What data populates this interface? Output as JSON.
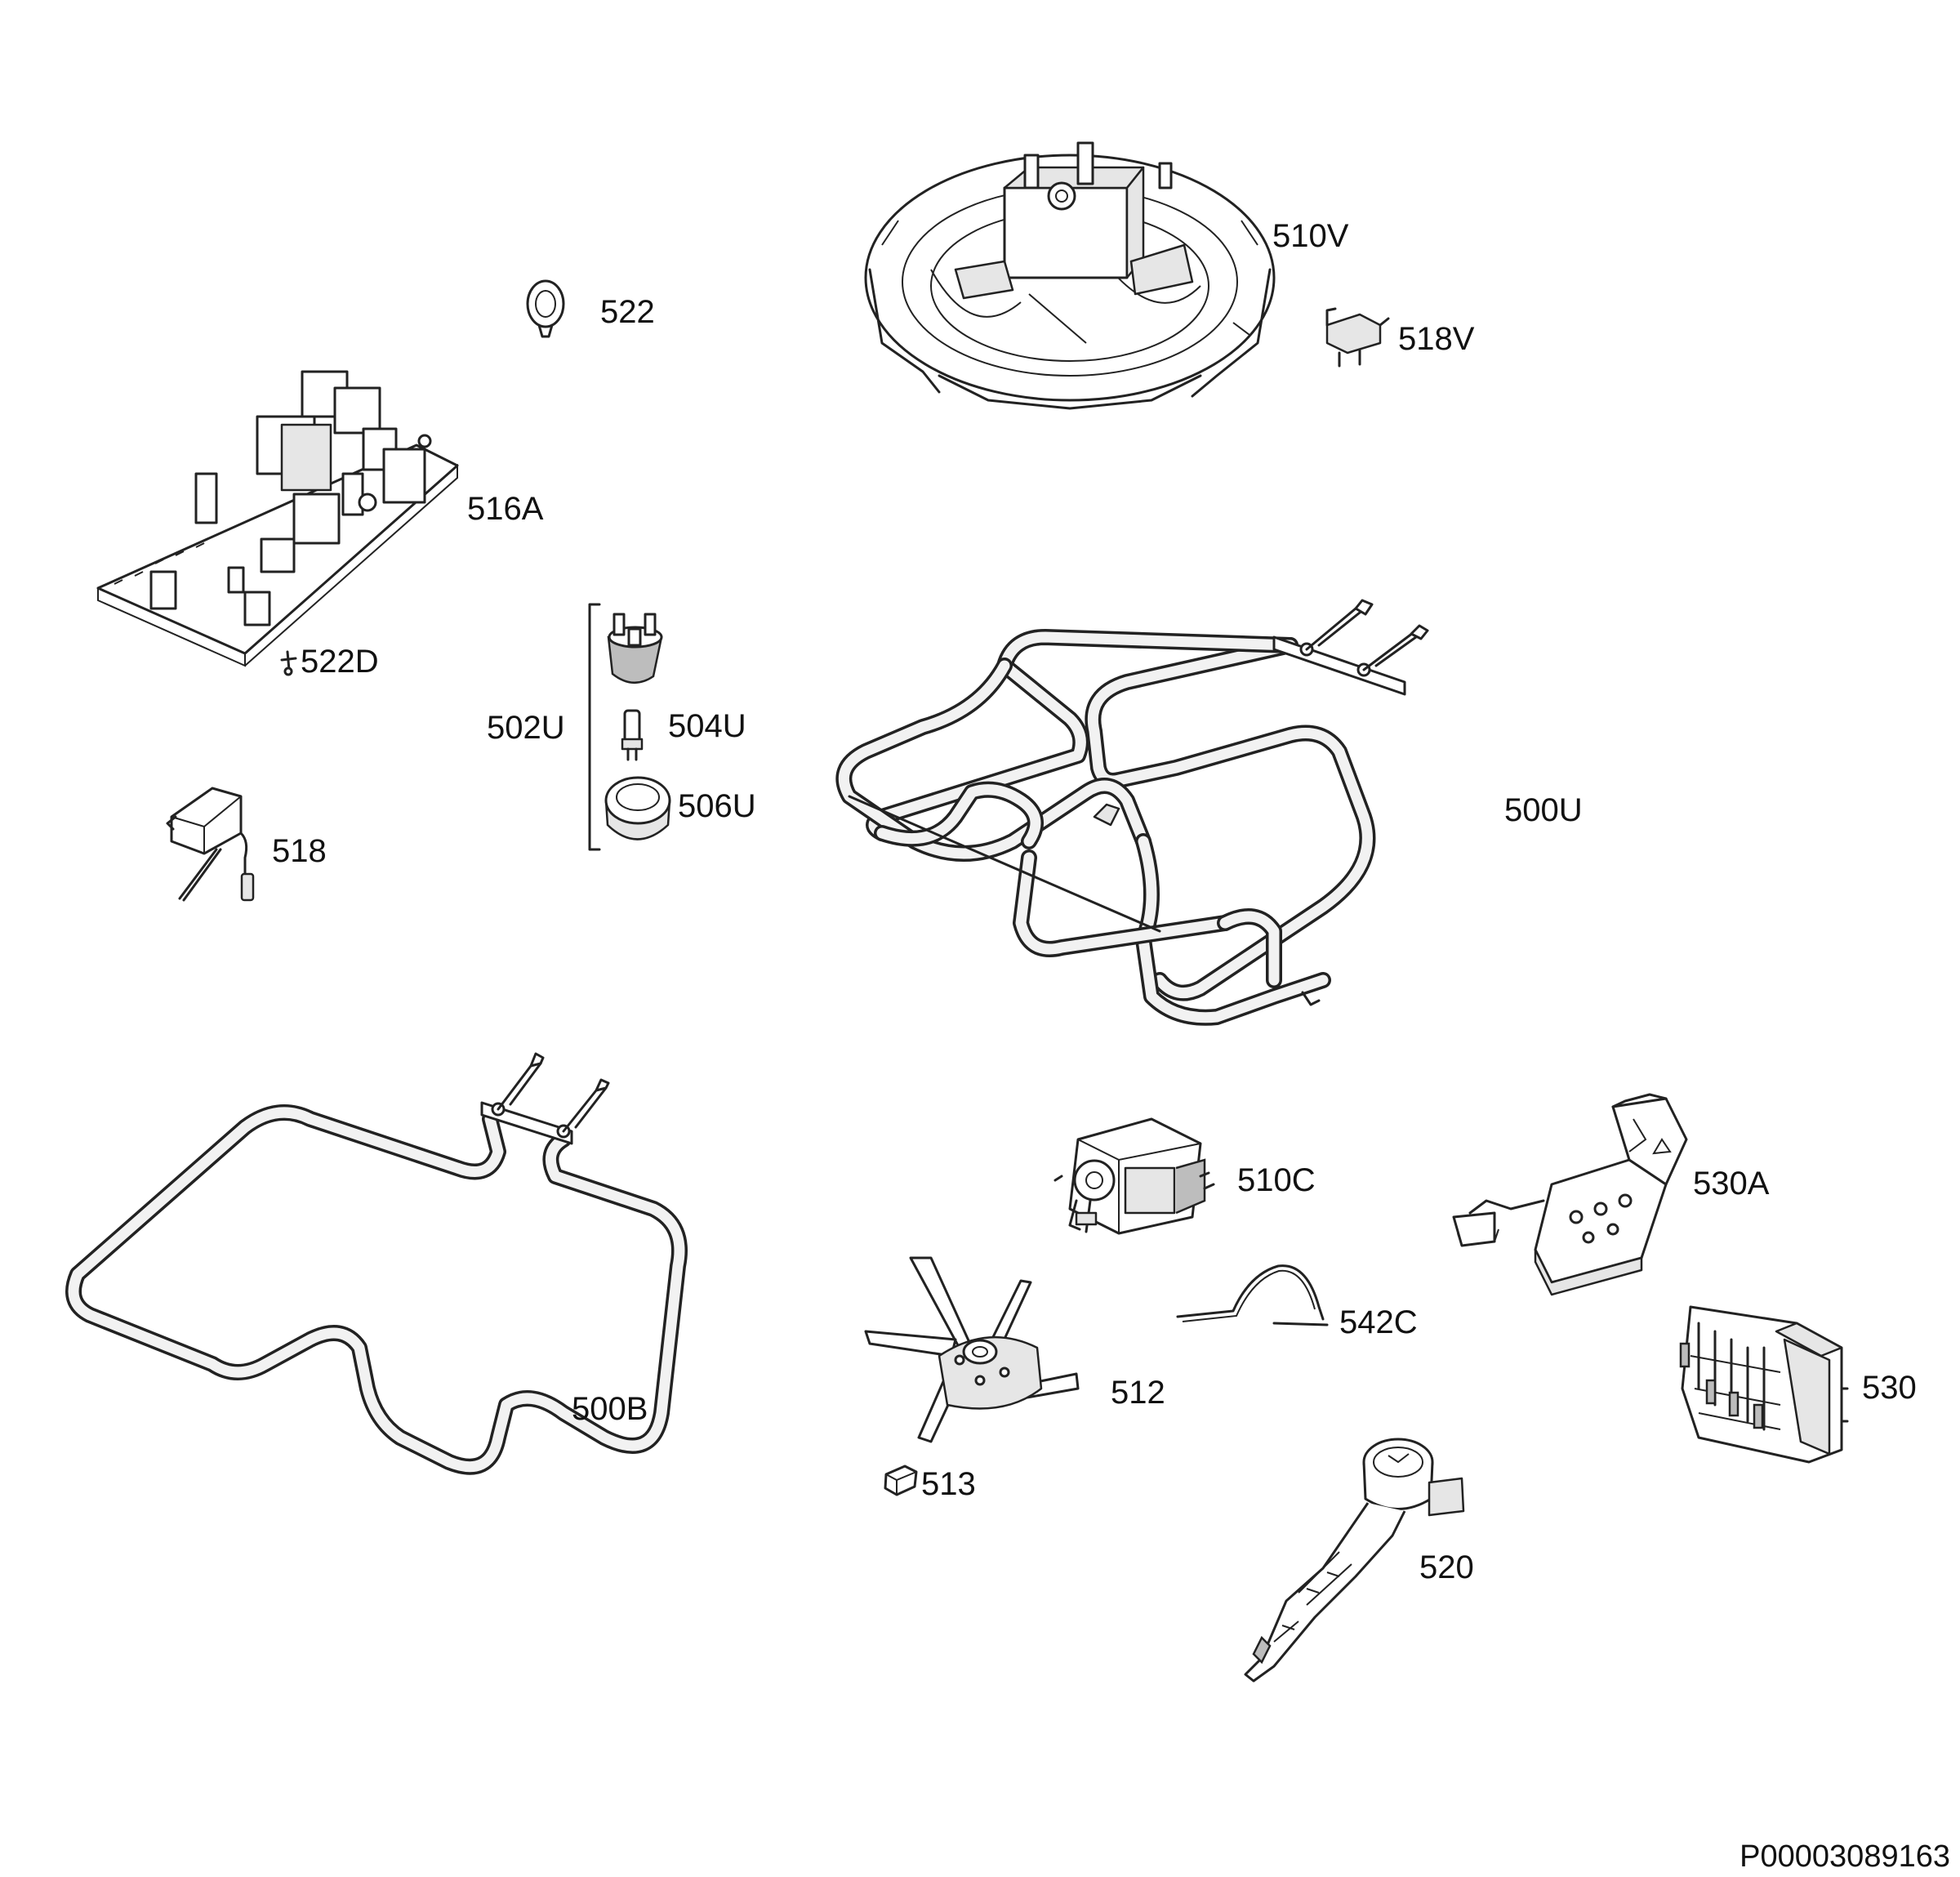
{
  "labels": {
    "p510V": "510V",
    "p522": "522",
    "p518V": "518V",
    "p516A": "516A",
    "p522D": "522D",
    "p502U": "502U",
    "p504U": "504U",
    "p506U": "506U",
    "p500U": "500U",
    "p518": "518",
    "p500B": "500B",
    "p510C": "510C",
    "p530A": "530A",
    "p542C": "542C",
    "p512": "512",
    "p530": "530",
    "p513": "513",
    "p520": "520"
  },
  "reference_code": "P00003089163"
}
